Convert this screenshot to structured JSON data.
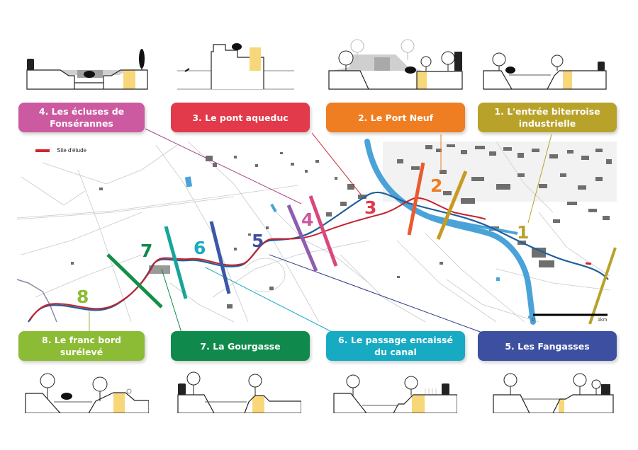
{
  "legend": {
    "label": "Site d'étude",
    "color": "#d6232a"
  },
  "scale": {
    "start": "0",
    "end": "1km"
  },
  "colors": {
    "river": "#4aa3d8",
    "canal_blue": "#1f5f9a",
    "canal_red": "#c8202d",
    "bank_yellow": "#f7d77a",
    "building": "#222222"
  },
  "sites": [
    {
      "id": 1,
      "number": "1",
      "label_line1": "1. L'entrée biterroise",
      "label_line2": "industrielle",
      "color": "#b8a22a"
    },
    {
      "id": 2,
      "number": "2",
      "label_line1": "2. Le Port Neuf",
      "label_line2": "",
      "color": "#ef7d22"
    },
    {
      "id": 3,
      "number": "3",
      "label_line1": "3. Le pont aqueduc",
      "label_line2": "",
      "color": "#e23a4a"
    },
    {
      "id": 4,
      "number": "4",
      "label_line1": "4. Les écluses de Fonsérannes",
      "label_line2": "",
      "color": "#cc5aa0"
    },
    {
      "id": 5,
      "number": "5",
      "label_line1": "5. Les Fangasses",
      "label_line2": "",
      "color": "#3d4fa0"
    },
    {
      "id": 6,
      "number": "6",
      "label_line1": "6. Le passage  encaissé",
      "label_line2": "du canal",
      "color": "#17aac3"
    },
    {
      "id": 7,
      "number": "7",
      "label_line1": "7. La Gourgasse",
      "label_line2": "",
      "color": "#0f8a4c"
    },
    {
      "id": 8,
      "number": "8",
      "label_line1": "8. Le franc bord surélevé",
      "label_line2": "",
      "color": "#8cbb35"
    }
  ]
}
